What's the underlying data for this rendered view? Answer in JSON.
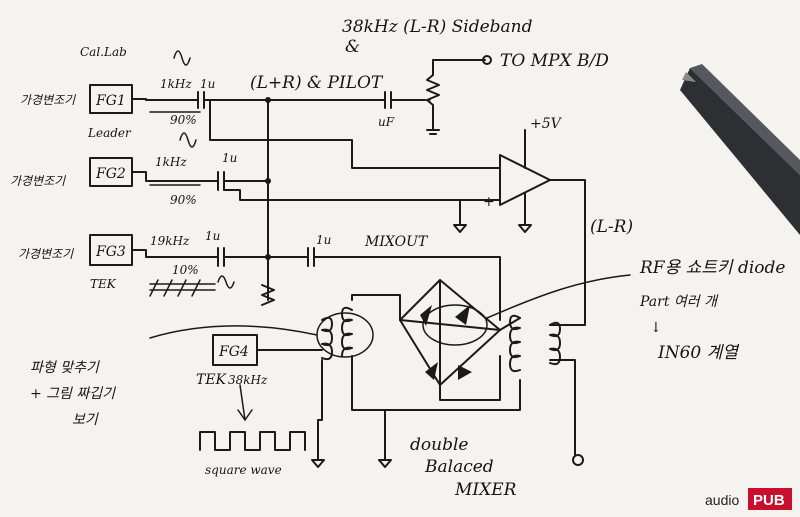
{
  "generators": [
    {
      "id": "FG1",
      "source_text": "가경변조기",
      "brand_text": "Cal.Lab",
      "freq_text": "1kHz",
      "cap_text": "1u",
      "level_text": "90%"
    },
    {
      "id": "FG2",
      "source_text": "가경변조기",
      "brand_text": "Leader",
      "freq_text": "1kHz",
      "cap_text": "1u",
      "level_text": "90%"
    },
    {
      "id": "FG3",
      "source_text": "가경변조기",
      "brand_text": "TEK",
      "freq_text": "19kHz",
      "cap_text": "1u",
      "level_text": "10%"
    },
    {
      "id": "FG4",
      "source_text": "",
      "brand_text": "TEK",
      "freq_text": "38kHz",
      "cap_text": "",
      "level_text": ""
    }
  ],
  "labels": {
    "sideband": "38kHz (L-R) Sideband",
    "ampersand": "&",
    "sum_pilot": "(L+R) & PILOT",
    "to_mpx": "TO MPX B/D",
    "cap_uf": "uF",
    "supply": "+5V",
    "minus_sign": "-",
    "plus_sign": "+",
    "diff": "(L-R)",
    "mixout_cap": "1u",
    "mixout": "MIXOUT",
    "rf_note_1": "RF용 쇼트키 diode",
    "rf_note_2": "Part 여러 개",
    "rf_note_arrow": "↓",
    "rf_note_3": "IN60 계열",
    "phase_note_1": "파형 맞추기",
    "phase_note_2": "+ 그림 짜깁기",
    "phase_note_3": "보기",
    "square_note": "square wave",
    "mixer_1": "double",
    "mixer_2": "Balaced",
    "mixer_3": "MIXER",
    "watermark_prefix": "audio",
    "watermark_brand": "PUB"
  },
  "colors": {
    "ink": "#1a1a1a",
    "paper": "#f4f3ef",
    "watermark_red": "#c8102e"
  }
}
